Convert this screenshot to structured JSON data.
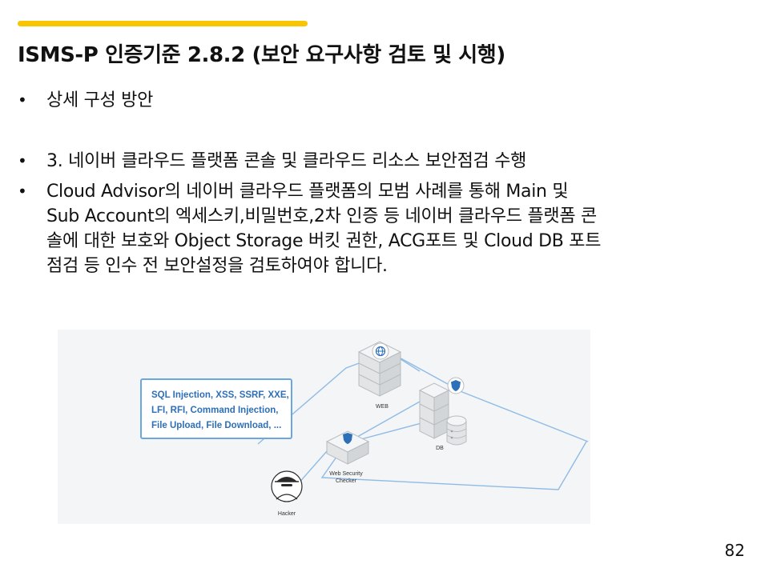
{
  "colors": {
    "accent_bar": "#f7c600",
    "attack_text": "#2d6fb8",
    "attack_border": "#6aa6df",
    "flow_line": "#8fbbe6"
  },
  "title": "ISMS-P 인증기준 2.8.2 (보안 요구사항 검토 및 시행)",
  "bullets": [
    {
      "marker": "•",
      "text": "상세 구성 방안"
    },
    {
      "marker": "•",
      "text": "3. 네이버 클라우드 플랫폼 콘솔 및 클라우드 리소스 보안점검 수행"
    },
    {
      "marker": "•",
      "text": "Cloud Advisor의 네이버 클라우드 플랫폼의 모범 사례를 통해 Main 및\nSub Account의 엑세스키,비밀번호,2차 인증 등 네이버 클라우드 플랫폼 콘\n솔에 대한 보호와 Object Storage 버킷 권한, ACG포트 및 Cloud DB 포트\n점검 등 인수 전 보안설정을 검토하여야 합니다."
    }
  ],
  "figure": {
    "attack_lines": [
      "SQL Injection, XSS, SSRF, XXE,",
      "LFI, RFI, Command Injection,",
      "File Upload, File Download, ..."
    ],
    "labels": {
      "web": "WEB",
      "db": "DB",
      "checker": "Web Security\nChecker",
      "hacker": "Hacker"
    },
    "icons": [
      "globe-shield-icon",
      "db-shield-icon",
      "security-checker-shield-icon",
      "hacker-icon"
    ]
  },
  "page_number": "82"
}
